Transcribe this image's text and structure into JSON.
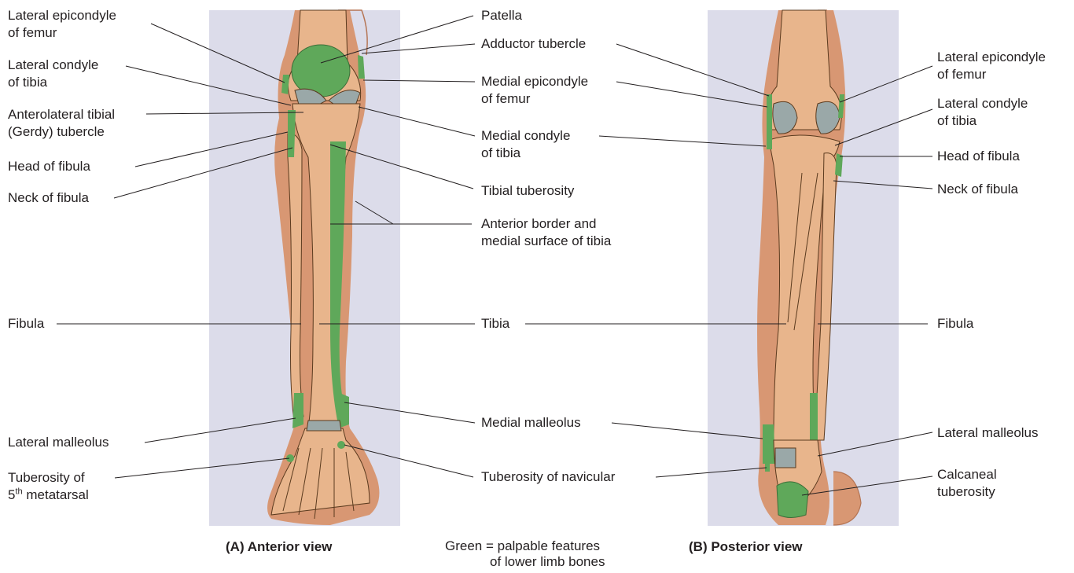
{
  "colors": {
    "palpable": "#5fa85a",
    "skin": "#d89773",
    "bone": "#e8b58c",
    "cartilage": "#9aa8a8",
    "panel": "#dcdcea",
    "outline": "#5a3a1e"
  },
  "anterior": {
    "left_labels": {
      "lat_epicondyle_femur": [
        "Lateral epicondyle",
        "of femur"
      ],
      "lat_condyle_tibia": [
        "Lateral condyle",
        "of tibia"
      ],
      "gerdy": [
        "Anterolateral tibial",
        "(Gerdy) tubercle"
      ],
      "head_fibula": "Head of fibula",
      "neck_fibula": "Neck of fibula",
      "fibula": "Fibula",
      "lat_malleolus": "Lateral malleolus",
      "tuberosity_5th": {
        "line1": "Tuberosity of",
        "num": "5",
        "sup": "th",
        "rest": " metatarsal"
      }
    },
    "caption": "(A) Anterior view"
  },
  "center_labels": {
    "patella": "Patella",
    "adductor_tubercle": "Adductor tubercle",
    "med_epicondyle_femur": [
      "Medial epicondyle",
      "of femur"
    ],
    "med_condyle_tibia": [
      "Medial condyle",
      "of tibia"
    ],
    "tibial_tuberosity": "Tibial tuberosity",
    "anterior_border": [
      "Anterior border and",
      "medial surface of tibia"
    ],
    "tibia": "Tibia",
    "med_malleolus": "Medial malleolus",
    "tuberosity_navicular": "Tuberosity of navicular"
  },
  "posterior": {
    "right_labels": {
      "lat_epicondyle_femur": [
        "Lateral epicondyle",
        "of femur"
      ],
      "lat_condyle_tibia": [
        "Lateral condyle",
        "of tibia"
      ],
      "head_fibula": "Head of fibula",
      "neck_fibula": "Neck of fibula",
      "fibula": "Fibula",
      "lat_malleolus": "Lateral malleolus",
      "calcaneal_tuberosity": [
        "Calcaneal",
        "tuberosity"
      ]
    },
    "caption": "(B) Posterior view"
  },
  "legend": [
    "Green = palpable features",
    "of lower limb bones"
  ]
}
